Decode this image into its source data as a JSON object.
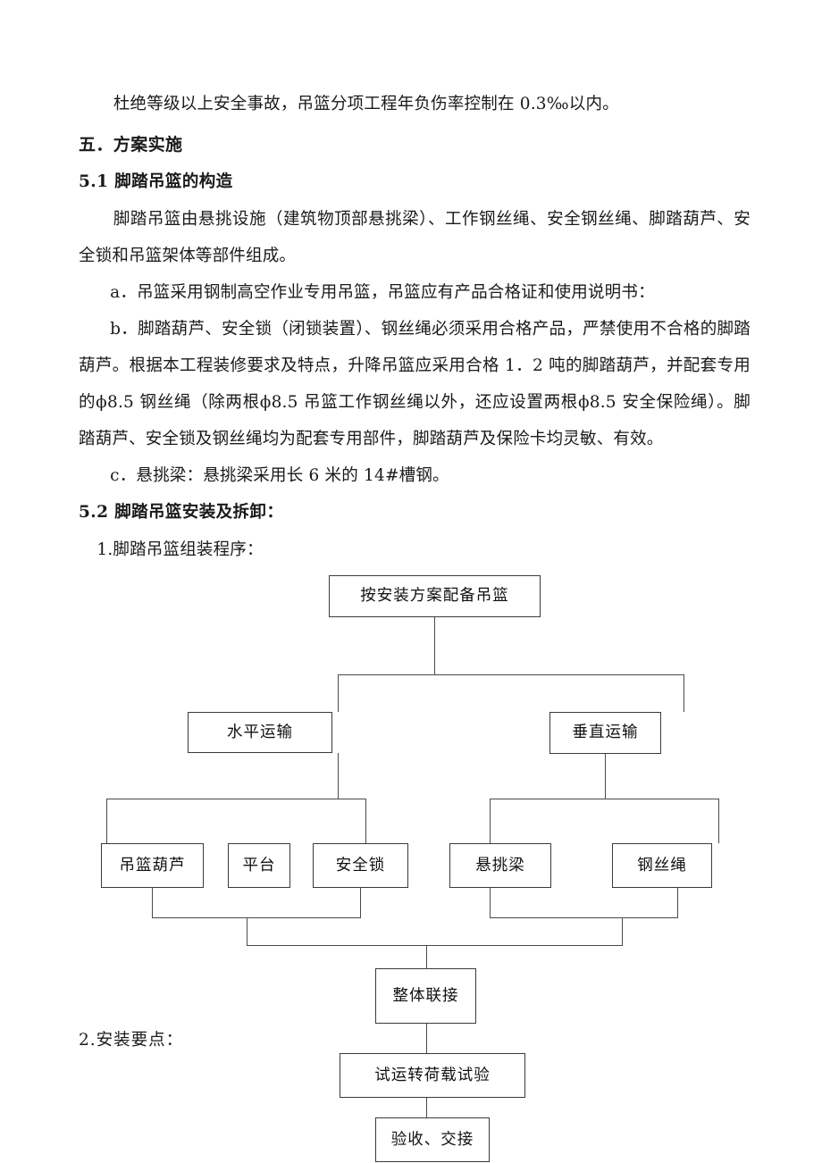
{
  "document": {
    "intro_paragraph": "杜绝等级以上安全事故，吊篮分项工程年负伤率控制在 0.3‰以内。",
    "section_heading": "五．方案实施",
    "subsection_51_heading": "5.1 脚踏吊篮的构造",
    "para_51_body": "脚踏吊篮由悬挑设施（建筑物顶部悬挑梁）、工作钢丝绳、安全钢丝绳、脚踏葫芦、安全锁和吊篮架体等部件组成。",
    "item_a": "a．吊篮采用钢制高空作业专用吊篮，吊篮应有产品合格证和使用说明书：",
    "item_b": "b．脚踏葫芦、安全锁（闭锁装置）、钢丝绳必须采用合格产品，严禁使用不合格的脚踏葫芦。根据本工程装修要求及特点，升降吊篮应采用合格 1．2 吨的脚踏葫芦，并配套专用的ϕ8.5 钢丝绳（除两根ϕ8.5 吊篮工作钢丝绳以外，还应设置两根ϕ8.5 安全保险绳）。脚踏葫芦、安全锁及钢丝绳均为配套专用部件，脚踏葫芦及保险卡均灵敏、有效。",
    "item_c": "c．悬挑梁：悬挑梁采用长 6 米的 14#槽钢。",
    "subsection_52_heading": "5.2 脚踏吊篮安装及拆卸：",
    "flow_caption": "1.脚踏吊篮组装程序：",
    "footer_note": "2.安装要点："
  },
  "flowchart": {
    "nodes": [
      {
        "id": "n1",
        "label": "按安装方案配备吊篮"
      },
      {
        "id": "n2",
        "label": "水平运输"
      },
      {
        "id": "n3",
        "label": "垂直运输"
      },
      {
        "id": "n4",
        "label": "吊篮葫芦"
      },
      {
        "id": "n5",
        "label": "平台"
      },
      {
        "id": "n6",
        "label": "安全锁"
      },
      {
        "id": "n7",
        "label": "悬挑梁"
      },
      {
        "id": "n8",
        "label": "钢丝绳"
      },
      {
        "id": "n9",
        "label": "整体联接"
      },
      {
        "id": "n10",
        "label": "试运转荷载试验"
      },
      {
        "id": "n11",
        "label": "验收、交接"
      }
    ],
    "line_color": "#4a4a4a",
    "border_color": "#3a3a3a"
  }
}
